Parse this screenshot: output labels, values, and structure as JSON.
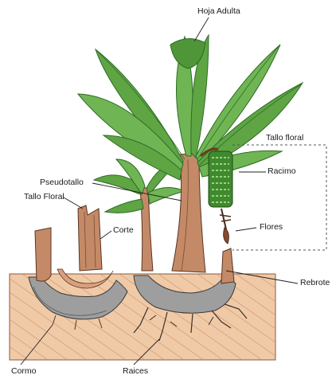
{
  "labels": {
    "hoja_adulta": "Hoja Adulta",
    "tallo_floral_top": "Tallo floral",
    "racimo": "Racimo",
    "pseudotallo": "Pseudotallo",
    "tallo_floral_left": "Tallo Floral",
    "corte": "Corte",
    "flores": "Flores",
    "rebrote": "Rebrote",
    "cormo": "Cormo",
    "raices": "Raices"
  },
  "colors": {
    "soil": "#f0c9a6",
    "soil_line": "#b97c57",
    "leaf": "#5fa544",
    "leaf_dark": "#2e6b25",
    "stem": "#c48a67",
    "stem_dark": "#8a5238",
    "corm": "#9b9b9b",
    "bunch": "#3f8a2e"
  }
}
